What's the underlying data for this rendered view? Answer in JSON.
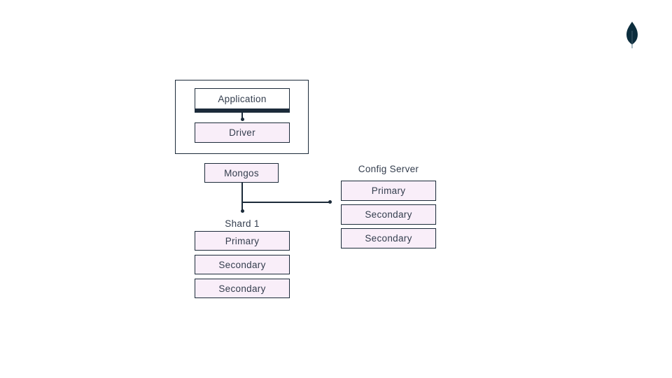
{
  "colors": {
    "background": "#ffffff",
    "line": "#1c2b3a",
    "node_fill": "#f9eef9",
    "node_fill_white": "#ffffff",
    "text": "#333d4d",
    "logo_leaf": "#0c2d3d",
    "logo_stem": "#7f98a4"
  },
  "logo": {
    "name": "mongodb-leaf"
  },
  "diagram": {
    "application": {
      "label": "Application"
    },
    "driver": {
      "label": "Driver"
    },
    "mongos": {
      "label": "Mongos"
    },
    "shard1": {
      "title": "Shard 1",
      "nodes": [
        "Primary",
        "Secondary",
        "Secondary"
      ]
    },
    "config_server": {
      "title": "Config Server",
      "nodes": [
        "Primary",
        "Secondary",
        "Secondary"
      ]
    }
  }
}
